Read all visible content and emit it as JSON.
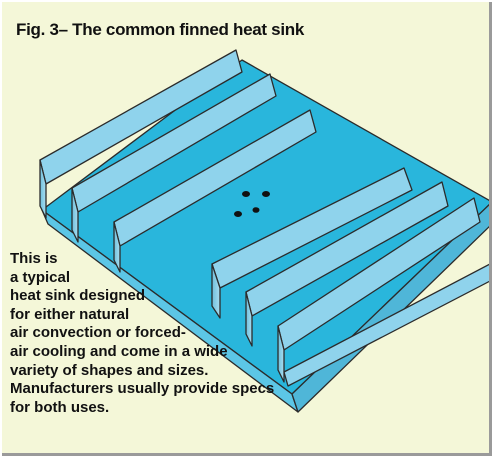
{
  "figure": {
    "title": "Fig. 3– The common finned heat sink",
    "caption_lines": [
      "This is",
      "a typical",
      "heat sink designed",
      "for either natural",
      "air convection or forced-",
      "air cooling and come in a wide",
      "variety of shapes and sizes.",
      "Manufacturers usually provide specs",
      "for both uses."
    ]
  },
  "colors": {
    "panel_background": "#f4f7d8",
    "fin_face": "#8fd3ec",
    "base_top": "#29b6dc",
    "outline": "#2b2b2b",
    "mounting_holes": "#111111"
  }
}
